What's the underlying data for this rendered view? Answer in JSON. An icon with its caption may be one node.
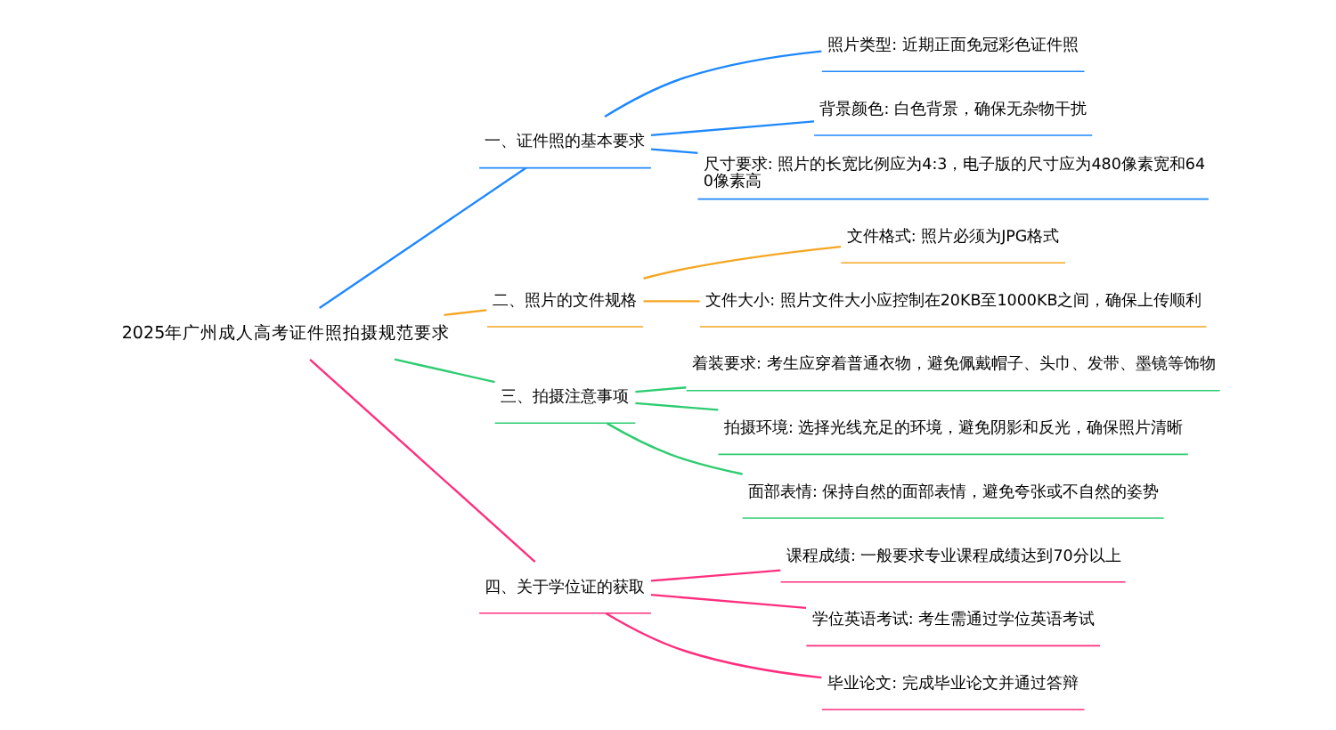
{
  "diagram": {
    "nodes": [
      {
        "text": [
          "2025年广州成人高考证件照拍摄规范要求"
        ]
      },
      {
        "text": [
          "一、证件照的基本要求"
        ]
      },
      {
        "text": [
          "照片类型: 近期正面免冠彩色证件照"
        ]
      },
      {
        "text": [
          "背景颜色: 白色背景，确保无杂物干扰"
        ]
      },
      {
        "text": [
          "尺寸要求: 照片的长宽比例应为4:3，电子版的尺寸应为480像素宽和640像素高"
        ]
      },
      {
        "text": [
          "二、照片的文件规格"
        ]
      },
      {
        "text": [
          "文件格式: 照片必须为JPG格式"
        ]
      },
      {
        "text": [
          "文件大小: 照片文件大小应控制在20KB至1000KB之间，确保上传顺利"
        ]
      },
      {
        "text": [
          "三、拍摄注意事项"
        ]
      },
      {
        "text": [
          "着装要求: 考生应穿着普通衣物，避免佩戴帽子、头巾、发带、墨镜等饰物"
        ]
      },
      {
        "text": [
          "拍摄环境: 选择光线充足的环境，避免阴影和反光，确保照片清晰"
        ]
      },
      {
        "text": [
          "面部表情: 保持自然的面部表情，避免夸张或不自然的姿势"
        ]
      },
      {
        "text": [
          "四、关于学位证的获取"
        ]
      },
      {
        "text": [
          "课程成绩: 一般要求专业课程成绩达到70分以上"
        ]
      },
      {
        "text": [
          "学位英语考试: 考生需通过学位英语考试"
        ]
      },
      {
        "text": [
          "毕业论文: 完成毕业论文并通过答辩"
        ]
      }
    ],
    "edges": [
      {
        "from": 0,
        "to": 1,
        "arrow": "none",
        "color": "#1e88ff"
      },
      {
        "from": 1,
        "to": 2,
        "arrow": "none",
        "color": "#1e88ff"
      },
      {
        "from": 1,
        "to": 3,
        "arrow": "none",
        "color": "#1e88ff"
      },
      {
        "from": 1,
        "to": 4,
        "arrow": "none",
        "color": "#1e88ff"
      },
      {
        "from": 0,
        "to": 5,
        "arrow": "none",
        "color": "#f5a623"
      },
      {
        "from": 5,
        "to": 6,
        "arrow": "none",
        "color": "#f5a623"
      },
      {
        "from": 5,
        "to": 7,
        "arrow": "none",
        "color": "#f5a623"
      },
      {
        "from": 0,
        "to": 8,
        "arrow": "none",
        "color": "#2ecc71"
      },
      {
        "from": 8,
        "to": 9,
        "arrow": "none",
        "color": "#2ecc71"
      },
      {
        "from": 8,
        "to": 10,
        "arrow": "none",
        "color": "#2ecc71"
      },
      {
        "from": 8,
        "to": 11,
        "arrow": "none",
        "color": "#2ecc71"
      },
      {
        "from": 0,
        "to": 12,
        "arrow": "none",
        "color": "#ff2e7e"
      },
      {
        "from": 12,
        "to": 13,
        "arrow": "none",
        "color": "#ff2e7e"
      },
      {
        "from": 12,
        "to": 14,
        "arrow": "none",
        "color": "#ff2e7e"
      },
      {
        "from": 12,
        "to": 15,
        "arrow": "none",
        "color": "#ff2e7e"
      }
    ]
  }
}
